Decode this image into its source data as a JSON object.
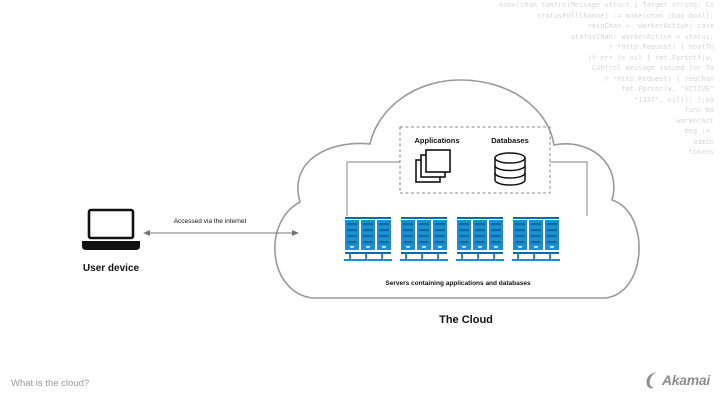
{
  "background_code": [
    "make(chan ControlMessage struct { Target string; Co",
    "statusPollChannel := make(chan chan bool);",
    "respChan <- workerActive; case",
    "statusChan: workerActive = status;",
    "r *http.Request) { hostTo",
    "if err != nil { fmt.Fprintf(w,",
    "Control message issued for Ta",
    "r *http.Request) { reqChan",
    "fmt.Fprint(w, \"ACTIVE\"",
    "\"1337\", nil)); };pa",
    "func ma",
    "workerAct",
    "msg := ",
    "admin",
    "tokens",
    "",
    "",
    "",
    "",
    "",
    "",
    "",
    ""
  ],
  "diagram": {
    "user_device_label": "User device",
    "connection_label": "Accessed via the internet",
    "applications_label": "Applications",
    "databases_label": "Databases",
    "servers_label": "Servers containing applications and databases",
    "cloud_label": "The Cloud"
  },
  "footer": {
    "caption": "What is the cloud?"
  },
  "brand": {
    "name": "Akamai"
  },
  "colors": {
    "server_blue": "#1b8fd3",
    "server_dark": "#0d6aa6",
    "outline": "#9a9a9a",
    "dashed": "#888888"
  }
}
